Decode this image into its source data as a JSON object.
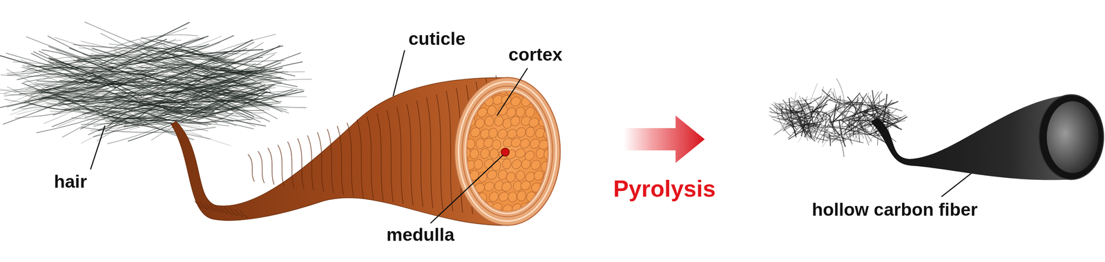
{
  "diagram": {
    "labels": [
      "hair",
      "cuticle",
      "cortex",
      "medulla",
      "Pyrolysis",
      "hollow carbon fiber"
    ]
  }
}
